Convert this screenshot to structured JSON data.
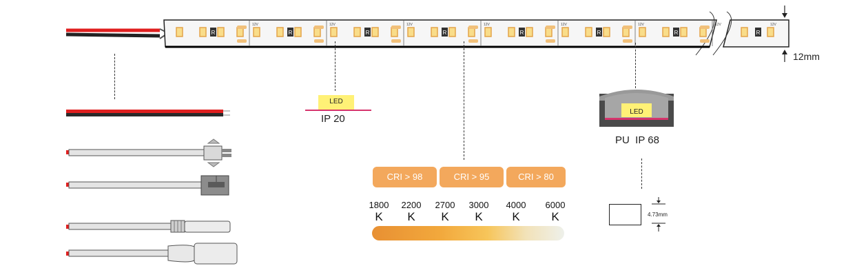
{
  "strip": {
    "voltage_label": "12V",
    "resistor_label": "R",
    "width_label": "12mm"
  },
  "ip20": {
    "led_label": "LED",
    "caption": "IP 20"
  },
  "ip68": {
    "led_label": "LED",
    "caption": "PU  IP 68",
    "thickness_label": "4.73mm"
  },
  "cri_badges": [
    "CRI > 98",
    "CRI > 95",
    "CRI > 80"
  ],
  "kelvin": [
    {
      "value": "1800",
      "unit": "K"
    },
    {
      "value": "2200",
      "unit": "K"
    },
    {
      "value": "2700",
      "unit": "K"
    },
    {
      "value": "3000",
      "unit": "K"
    },
    {
      "value": "4000",
      "unit": "K"
    },
    {
      "value": "6000",
      "unit": "K"
    }
  ],
  "colors": {
    "badge": "#f3a85c",
    "led_yellow": "#fff176",
    "magenta": "#d6336c",
    "wire_red": "#e02020",
    "gradient_start": "#e89033",
    "gradient_end": "#eef0ea"
  },
  "connectors": [
    "bare-wire",
    "jst-male-connector",
    "jst-female-connector",
    "dc-male-plug",
    "dc-female-jack"
  ]
}
